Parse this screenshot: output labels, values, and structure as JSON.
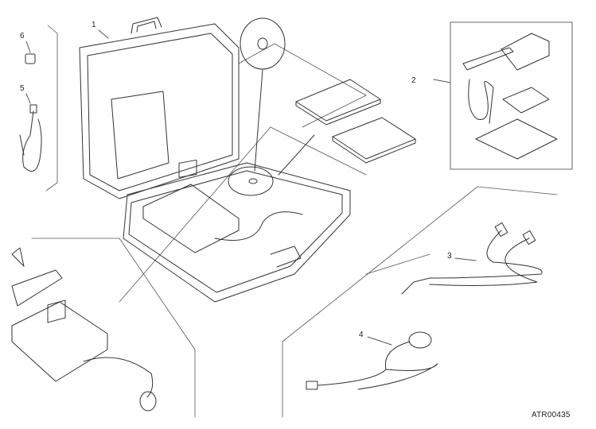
{
  "diagram": {
    "callouts": [
      {
        "id": "1",
        "text": "1"
      },
      {
        "id": "2",
        "text": "2"
      },
      {
        "id": "3",
        "text": "3"
      },
      {
        "id": "4",
        "text": "4"
      },
      {
        "id": "5",
        "text": "5"
      },
      {
        "id": "6",
        "text": "6"
      }
    ],
    "reference_code": "ATR00435"
  }
}
